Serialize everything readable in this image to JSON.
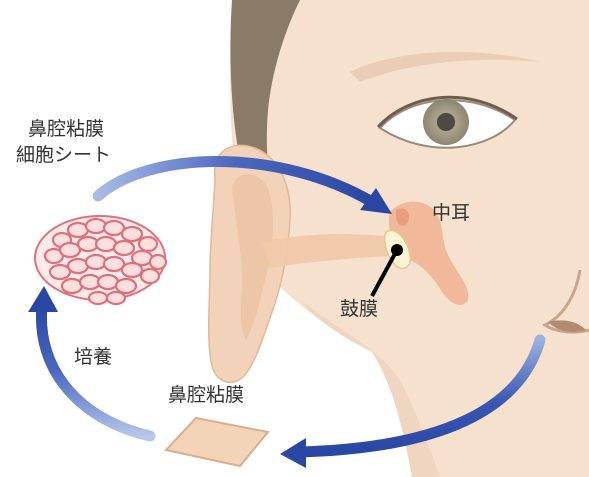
{
  "labels": {
    "sheet_line1": "鼻腔粘膜",
    "sheet_line2": "細胞シート",
    "middle_ear": "中耳",
    "eardrum": "鼓膜",
    "culture": "培養",
    "nasal_mucosa": "鼻腔粘膜"
  },
  "colors": {
    "skin": "#f6e1cf",
    "skin_shade": "#ecc4a6",
    "hair": "#8a7a68",
    "arrow": "#2a47a3",
    "arrow_light": "#9bb0e0",
    "cells_stroke": "#e0707a",
    "cells_fill": "#fbe0df",
    "tissue": "#f4d4b8",
    "label_text": "#333333"
  }
}
